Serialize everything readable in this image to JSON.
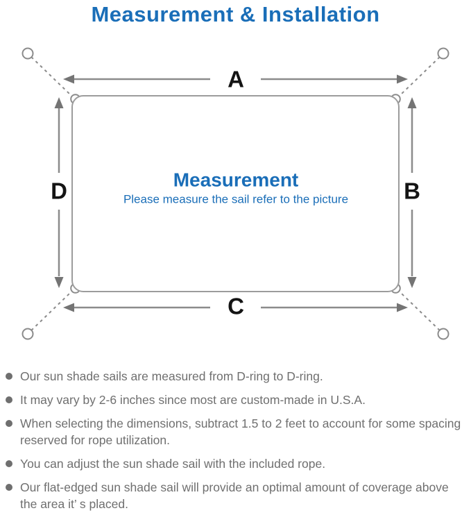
{
  "page": {
    "title": "Measurement & Installation"
  },
  "diagram": {
    "dimension_labels": {
      "top": "A",
      "right": "B",
      "bottom": "C",
      "left": "D"
    },
    "center_title": "Measurement",
    "center_subtitle": "Please measure the sail refer to the picture"
  },
  "notes": {
    "items": [
      "Our sun shade sails are measured from D-ring to D-ring.",
      "It may vary by 2-6 inches since most are custom-made in U.S.A.",
      "When selecting the dimensions, subtract 1.5 to 2 feet to account for some spacing reserved for rope utilization.",
      "You can adjust the sun shade sail with the included rope.",
      "Our flat-edged sun shade sail will provide an optimal amount of coverage above the area it’ s placed."
    ]
  },
  "colors": {
    "accent_blue": "#1a6eb8",
    "diagram_line_gray": "#8b8b8b",
    "arrow_gray": "#747474",
    "note_text_gray": "#6f6f6f",
    "label_black": "#141414"
  }
}
